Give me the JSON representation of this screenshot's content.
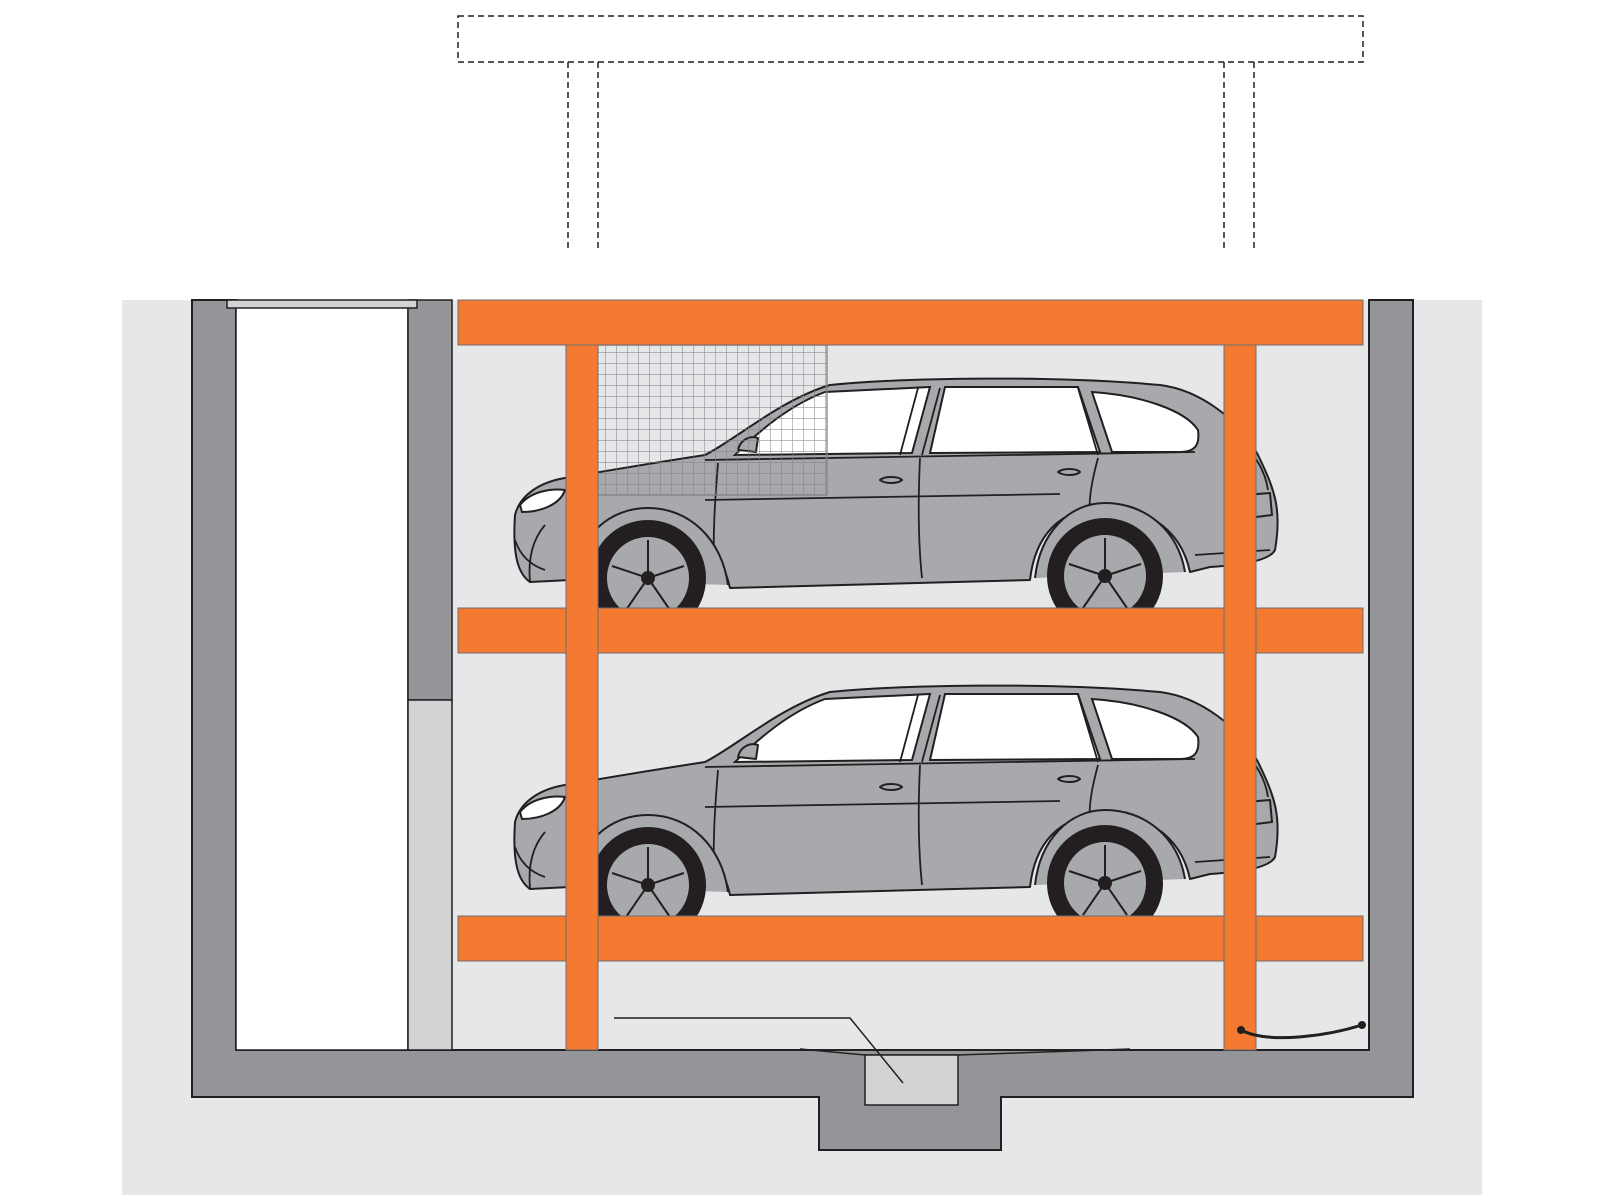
{
  "diagram": {
    "labels": [],
    "colors": {
      "background": "#ffffff",
      "ground": "#e6e7e8",
      "wall": "#939598",
      "wall_stroke": "#231f20",
      "light_fill": "#d1d3d4",
      "shaft": "#ffffff",
      "platform": "#f47a32",
      "platform_stroke": "#6d6e71",
      "car_body": "#a7a9ac",
      "car_outline": "#231f20",
      "glass": "#ffffff",
      "tire": "#231f20",
      "rim": "#a7a9ac",
      "mesh": "#808285",
      "dashed": "#231f20"
    },
    "parts": [
      "ground",
      "foundation-pit",
      "wall-left",
      "wall-right",
      "sump",
      "platform-top",
      "platform-middle",
      "platform-bottom",
      "column-left",
      "column-right",
      "car-upper",
      "car-lower",
      "safety-mesh",
      "raised-position-outline"
    ]
  }
}
